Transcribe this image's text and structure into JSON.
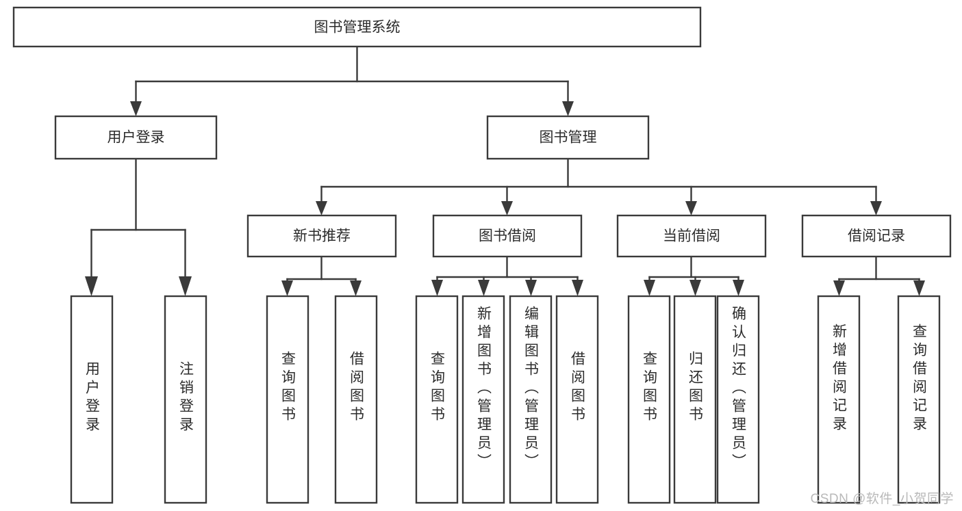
{
  "diagram": {
    "title": "图书管理系统",
    "type": "tree-hierarchy-chart",
    "colors": {
      "box_stroke": "#3a3a3a",
      "box_fill": "#ffffff",
      "text": "#2b2b2b",
      "background": "#ffffff",
      "watermark": "#b9b9b9"
    },
    "root": {
      "label": "图书管理系统"
    },
    "level2": [
      {
        "label": "用户登录"
      },
      {
        "label": "图书管理"
      }
    ],
    "level3": [
      {
        "label": "新书推荐"
      },
      {
        "label": "图书借阅"
      },
      {
        "label": "当前借阅"
      },
      {
        "label": "借阅记录"
      }
    ],
    "leaves": {
      "user_login": [
        {
          "label": "用户登录"
        },
        {
          "label": "注销登录"
        }
      ],
      "new_book_recommend": [
        {
          "label": "查询图书"
        },
        {
          "label": "借阅图书"
        }
      ],
      "book_borrow": [
        {
          "label": "查询图书"
        },
        {
          "label": "新增图书（管理员）"
        },
        {
          "label": "编辑图书（管理员）"
        },
        {
          "label": "借阅图书"
        }
      ],
      "current_borrow": [
        {
          "label": "查询图书"
        },
        {
          "label": "归还图书"
        },
        {
          "label": "确认归还（管理员）"
        }
      ],
      "borrow_record": [
        {
          "label": "新增借阅记录"
        },
        {
          "label": "查询借阅记录"
        }
      ]
    }
  },
  "watermark": {
    "text": "CSDN @软件_小贺同学"
  }
}
